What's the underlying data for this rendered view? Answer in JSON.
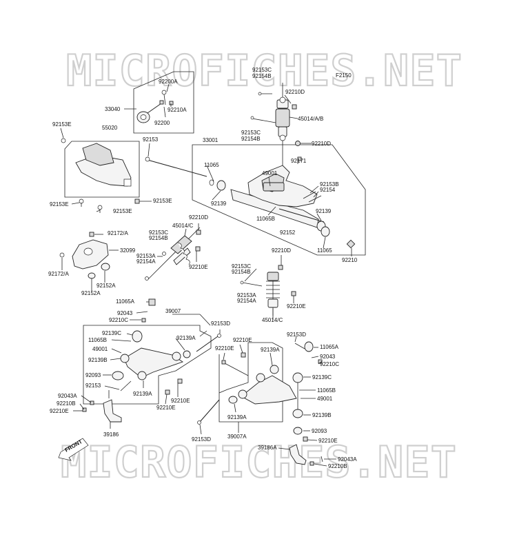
{
  "diagram": {
    "figure_code": "F2150",
    "watermark_top": "MICROFICHES.NET",
    "watermark_bottom": "MICROFICHES.NET",
    "front_label": "FRONT",
    "callouts": [
      {
        "id": "92153C_top",
        "text": "92153C"
      },
      {
        "id": "92154B_top",
        "text": "92154B"
      },
      {
        "id": "92210D_top",
        "text": "92210D"
      },
      {
        "id": "45014AB",
        "text": "45014/A/B"
      },
      {
        "id": "92153C_b",
        "text": "92153C"
      },
      {
        "id": "92154B_b",
        "text": "92154B"
      },
      {
        "id": "92210D_mid",
        "text": "92210D"
      },
      {
        "id": "92200A",
        "text": "92200A"
      },
      {
        "id": "33040",
        "text": "33040"
      },
      {
        "id": "92210A",
        "text": "92210A"
      },
      {
        "id": "92200",
        "text": "92200"
      },
      {
        "id": "92153E_1",
        "text": "92153E"
      },
      {
        "id": "55020",
        "text": "55020"
      },
      {
        "id": "92153_rod",
        "text": "92153"
      },
      {
        "id": "33001",
        "text": "33001"
      },
      {
        "id": "11065_a",
        "text": "11065"
      },
      {
        "id": "49001_a",
        "text": "49001"
      },
      {
        "id": "92171",
        "text": "92171"
      },
      {
        "id": "92153B",
        "text": "92153B"
      },
      {
        "id": "92154",
        "text": "92154"
      },
      {
        "id": "92139_a",
        "text": "92139"
      },
      {
        "id": "11065B_a",
        "text": "11065B"
      },
      {
        "id": "92139_b",
        "text": "92139"
      },
      {
        "id": "92152",
        "text": "92152"
      },
      {
        "id": "11065_b",
        "text": "11065"
      },
      {
        "id": "92210",
        "text": "92210"
      },
      {
        "id": "92153E_2",
        "text": "92153E"
      },
      {
        "id": "92153E_3",
        "text": "92153E"
      },
      {
        "id": "92153E_4",
        "text": "92153E"
      },
      {
        "id": "92172A_1",
        "text": "92172/A"
      },
      {
        "id": "32099",
        "text": "32099"
      },
      {
        "id": "92172A_2",
        "text": "92172/A"
      },
      {
        "id": "92152A_1",
        "text": "92152A"
      },
      {
        "id": "92152A_2",
        "text": "92152A"
      },
      {
        "id": "92210D_l",
        "text": "92210D"
      },
      {
        "id": "45014C_l",
        "text": "45014/C"
      },
      {
        "id": "92153C_l",
        "text": "92153C"
      },
      {
        "id": "92154B_l",
        "text": "92154B"
      },
      {
        "id": "92153A_l",
        "text": "92153A"
      },
      {
        "id": "92154A_l",
        "text": "92154A"
      },
      {
        "id": "92210E_l",
        "text": "92210E"
      },
      {
        "id": "92210D_r",
        "text": "92210D"
      },
      {
        "id": "92153C_r",
        "text": "92153C"
      },
      {
        "id": "92154B_r",
        "text": "92154B"
      },
      {
        "id": "92153A_r",
        "text": "92153A"
      },
      {
        "id": "92154A_r",
        "text": "92154A"
      },
      {
        "id": "92210E_r",
        "text": "92210E"
      },
      {
        "id": "45014C_r",
        "text": "45014/C"
      },
      {
        "id": "11065A_l",
        "text": "11065A"
      },
      {
        "id": "92043_l",
        "text": "92043"
      },
      {
        "id": "92210C_l",
        "text": "92210C"
      },
      {
        "id": "39007",
        "text": "39007"
      },
      {
        "id": "92153D_a",
        "text": "92153D"
      },
      {
        "id": "92139C_l",
        "text": "92139C"
      },
      {
        "id": "11065B_l",
        "text": "11065B"
      },
      {
        "id": "49001_l",
        "text": "49001"
      },
      {
        "id": "92139B_l",
        "text": "92139B"
      },
      {
        "id": "92139A_l1",
        "text": "92139A"
      },
      {
        "id": "92093_l",
        "text": "92093"
      },
      {
        "id": "92153_l",
        "text": "92153"
      },
      {
        "id": "92139A_l2",
        "text": "92139A"
      },
      {
        "id": "92210E_l2",
        "text": "92210E"
      },
      {
        "id": "92210E_l3",
        "text": "92210E"
      },
      {
        "id": "92043A_l",
        "text": "92043A"
      },
      {
        "id": "92210B_l",
        "text": "92210B"
      },
      {
        "id": "92210E_l4",
        "text": "92210E"
      },
      {
        "id": "39186",
        "text": "39186"
      },
      {
        "id": "92210E_c",
        "text": "92210E"
      },
      {
        "id": "92210E_c2",
        "text": "92210E"
      },
      {
        "id": "92153D_b",
        "text": "92153D"
      },
      {
        "id": "92139A_c",
        "text": "92139A"
      },
      {
        "id": "11065A_r",
        "text": "11065A"
      },
      {
        "id": "92043_r",
        "text": "92043"
      },
      {
        "id": "92210C_r",
        "text": "92210C"
      },
      {
        "id": "92139C_r",
        "text": "92139C"
      },
      {
        "id": "11065B_r",
        "text": "11065B"
      },
      {
        "id": "49001_r",
        "text": "49001"
      },
      {
        "id": "92139B_r",
        "text": "92139B"
      },
      {
        "id": "92139A_r",
        "text": "92139A"
      },
      {
        "id": "92153D_c",
        "text": "92153D"
      },
      {
        "id": "39007A",
        "text": "39007A"
      },
      {
        "id": "92093_r",
        "text": "92093"
      },
      {
        "id": "92210E_r2",
        "text": "92210E"
      },
      {
        "id": "39186A",
        "text": "39186A"
      },
      {
        "id": "92043A_r",
        "text": "92043A"
      },
      {
        "id": "92210B_r",
        "text": "92210B"
      }
    ]
  }
}
